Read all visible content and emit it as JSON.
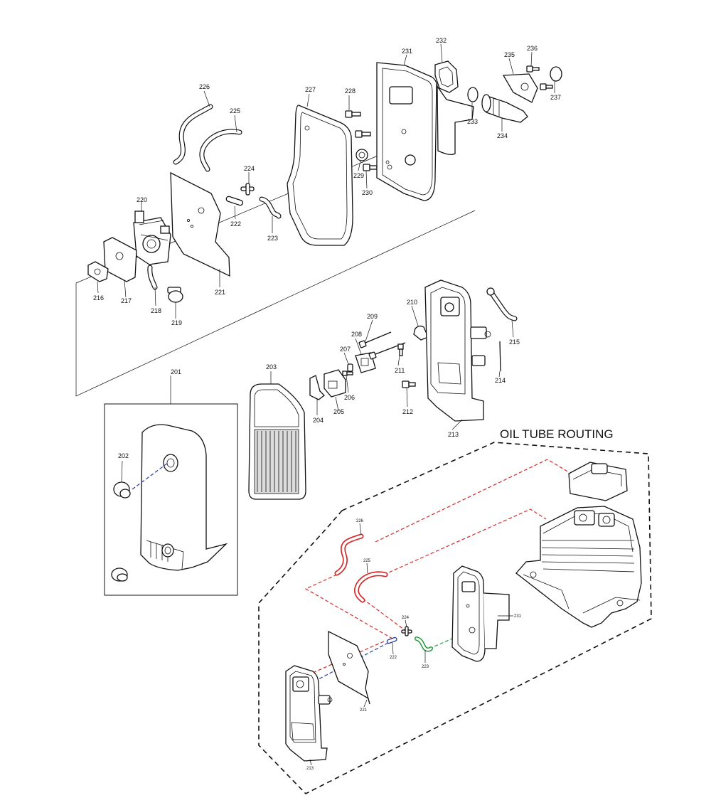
{
  "diagram": {
    "routing_title": "OIL TUBE ROUTING",
    "colors": {
      "red_route": "#d42a2a",
      "green_route": "#1e9a3a",
      "blue_route": "#2a3a9a",
      "line": "#111111"
    },
    "part_labels": {
      "p201": "201",
      "p202": "202",
      "p203": "203",
      "p204": "204",
      "p205": "205",
      "p206": "206",
      "p207": "207",
      "p208": "208",
      "p209": "209",
      "p210": "210",
      "p211": "211",
      "p212": "212",
      "p213": "213",
      "p214": "214",
      "p215": "215",
      "p216": "216",
      "p217": "217",
      "p218": "218",
      "p219": "219",
      "p220": "220",
      "p221": "221",
      "p222": "222",
      "p223": "223",
      "p224": "224",
      "p225": "225",
      "p226": "226",
      "p227": "227",
      "p228": "228",
      "p229": "229",
      "p230": "230",
      "p231": "231",
      "p232": "232",
      "p233": "233",
      "p234": "234",
      "p235": "235",
      "p236": "236",
      "p237": "237"
    },
    "routing_labels": {
      "r226": "226",
      "r225": "225",
      "r224": "224",
      "r222": "222",
      "r223": "223",
      "r221": "221",
      "r231": "231",
      "r213": "213"
    }
  }
}
